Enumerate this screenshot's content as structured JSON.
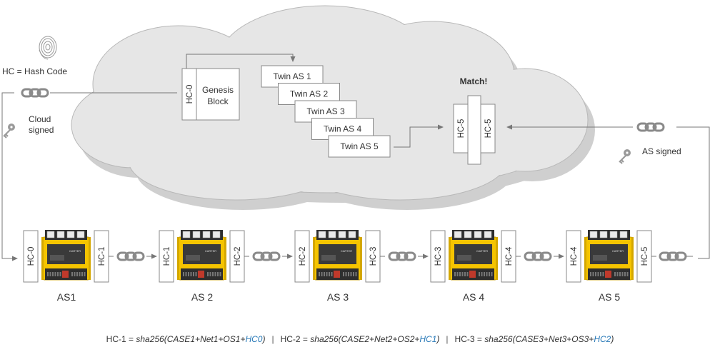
{
  "legend": {
    "hash_code": "HC = Hash Code",
    "cloud_signed": [
      "Cloud",
      "signed"
    ],
    "as_signed": "AS signed"
  },
  "cloud": {
    "genesis_hc": "HC-0",
    "genesis_block": [
      "Genesis",
      "Block"
    ],
    "twins": [
      "Twin AS 1",
      "Twin AS 2",
      "Twin AS 3",
      "Twin AS 4",
      "Twin AS 5"
    ],
    "match_label": "Match!",
    "match_hc_left": "HC-5",
    "match_hc_right": "HC-5"
  },
  "chain": [
    {
      "name": "AS1",
      "in_hc": "HC-0",
      "out_hc": "HC-1"
    },
    {
      "name": "AS 2",
      "in_hc": "HC-1",
      "out_hc": "HC-2"
    },
    {
      "name": "AS 3",
      "in_hc": "HC-2",
      "out_hc": "HC-3"
    },
    {
      "name": "AS 4",
      "in_hc": "HC-3",
      "out_hc": "HC-4"
    },
    {
      "name": "AS 5",
      "in_hc": "HC-4",
      "out_hc": "HC-5"
    }
  ],
  "device_texts": {
    "brand": "CARTER"
  },
  "formulas": [
    {
      "lhs": "HC-1 = ",
      "expr": "sha256(CASE1+Net1+OS1+",
      "hl": "HC0",
      "close": ")"
    },
    {
      "lhs": "HC-2 = ",
      "expr": "sha256(CASE2+Net2+OS2+",
      "hl": "HC1",
      "close": ")"
    },
    {
      "lhs": "HC-3 = ",
      "expr": "sha256(CASE3+Net3+OS3+",
      "hl": "HC2",
      "close": ")"
    }
  ],
  "formula_separator": "|",
  "colors": {
    "cloud_fill": "#e6e6e6",
    "cloud_shadow": "#cfcfcf",
    "device_yellow": "#f5c400",
    "highlight_blue": "#2a7ab8",
    "line_gray": "#8a8a8a"
  }
}
